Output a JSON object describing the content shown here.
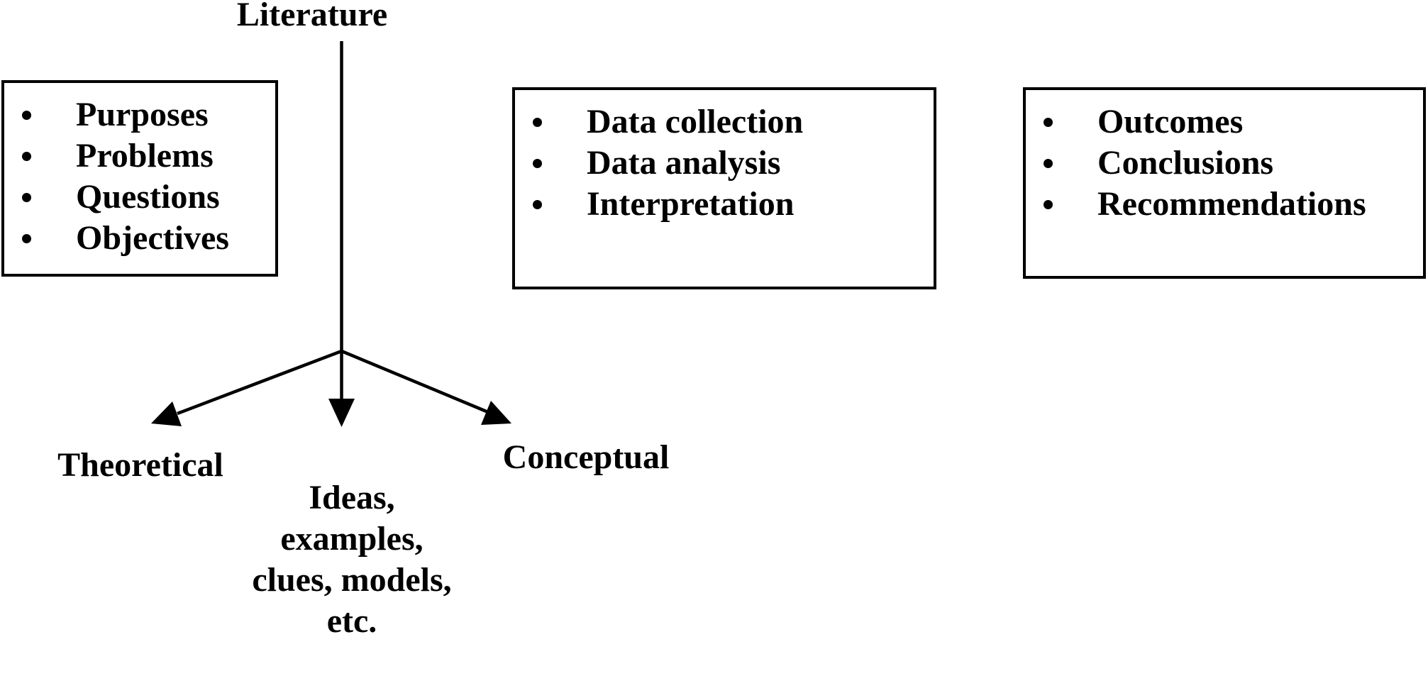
{
  "diagram": {
    "title": "Literature",
    "boxes": [
      {
        "name": "research-framing-box",
        "items": [
          "Purposes",
          "Problems",
          "Questions",
          "Objectives"
        ]
      },
      {
        "name": "methods-box",
        "items": [
          "Data collection",
          "Data analysis",
          "Interpretation"
        ]
      },
      {
        "name": "results-box",
        "items": [
          "Outcomes",
          "Conclusions",
          "Recommendations"
        ]
      }
    ],
    "branch_labels": {
      "left": "Theoretical",
      "right": "Conceptual"
    },
    "center_note": {
      "lines": [
        "Ideas,",
        "examples,",
        "clues, models,",
        "etc."
      ]
    },
    "colors": {
      "ink": "#000000",
      "background": "#ffffff"
    }
  }
}
